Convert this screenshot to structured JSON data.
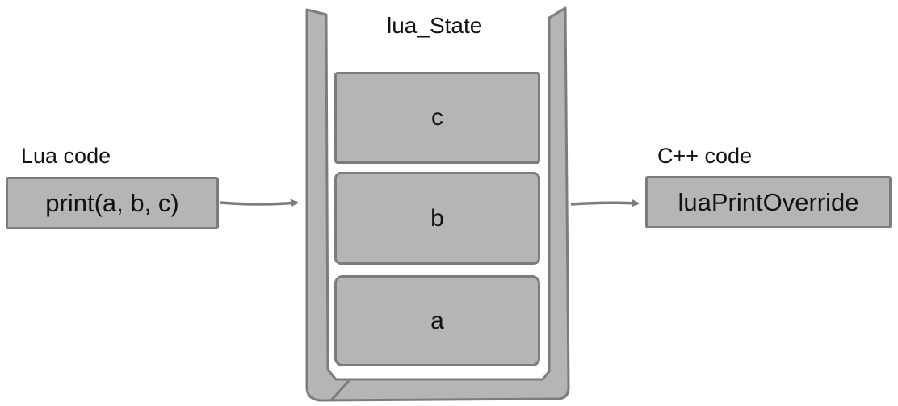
{
  "state": {
    "title": "lua_State",
    "stack_items": [
      "c",
      "b",
      "a"
    ]
  },
  "lua": {
    "caption": "Lua code",
    "call": "print(a, b, c)"
  },
  "cpp": {
    "caption": "C++ code",
    "function": "luaPrintOverride"
  },
  "colors": {
    "fill": "#b5b5b5",
    "stroke": "#7c7c7c",
    "text": "#111111"
  }
}
